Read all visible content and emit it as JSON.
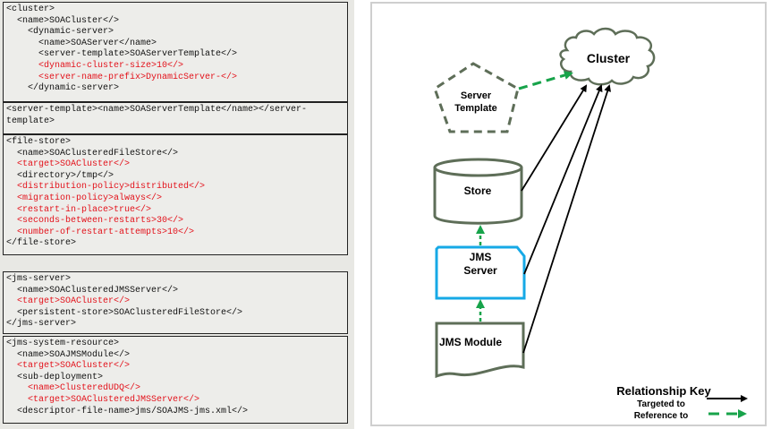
{
  "code_blocks": [
    {
      "id": "cluster",
      "lines": [
        {
          "indent": 0,
          "text": "<cluster>",
          "highlight": false
        },
        {
          "indent": 1,
          "text": "<name>SOACluster</>",
          "highlight": false
        },
        {
          "indent": 2,
          "text": "<dynamic-server>",
          "highlight": false
        },
        {
          "indent": 3,
          "text": "<name>SOAServer</name>",
          "highlight": false
        },
        {
          "indent": 3,
          "text": "<server-template>SOAServerTemplate</>",
          "highlight": false
        },
        {
          "indent": 3,
          "text": "<dynamic-cluster-size>10</>",
          "highlight": true
        },
        {
          "indent": 3,
          "text": "<server-name-prefix>DynamicServer-</>",
          "highlight": true
        },
        {
          "indent": 2,
          "text": "</dynamic-server>",
          "highlight": false
        }
      ]
    },
    {
      "id": "server-template",
      "lines": [
        {
          "indent": 0,
          "text": "<server-template><name>SOAServerTemplate</name></server-",
          "highlight": false
        },
        {
          "indent": 0,
          "text": "template>",
          "highlight": false
        }
      ]
    },
    {
      "id": "file-store",
      "lines": [
        {
          "indent": 0,
          "text": "<file-store>",
          "highlight": false
        },
        {
          "indent": 1,
          "text": "<name>SOAClusteredFileStore</>",
          "highlight": false
        },
        {
          "indent": 1,
          "text": "<target>SOACluster</>",
          "highlight": true
        },
        {
          "indent": 1,
          "text": "<directory>/tmp</>",
          "highlight": false
        },
        {
          "indent": 1,
          "text": "<distribution-policy>distributed</>",
          "highlight": true
        },
        {
          "indent": 1,
          "text": "<migration-policy>always</>",
          "highlight": true
        },
        {
          "indent": 1,
          "text": "<restart-in-place>true</>",
          "highlight": true
        },
        {
          "indent": 1,
          "text": "<seconds-between-restarts>30</>",
          "highlight": true
        },
        {
          "indent": 1,
          "text": "<number-of-restart-attempts>10</>",
          "highlight": true
        },
        {
          "indent": 0,
          "text": "</file-store>",
          "highlight": false
        }
      ]
    },
    {
      "id": "jms-server",
      "lines": [
        {
          "indent": 0,
          "text": "<jms-server>",
          "highlight": false
        },
        {
          "indent": 1,
          "text": "<name>SOAClusteredJMSServer</>",
          "highlight": false
        },
        {
          "indent": 1,
          "text": "<target>SOACluster</>",
          "highlight": true
        },
        {
          "indent": 1,
          "text": "<persistent-store>SOAClusteredFileStore</>",
          "highlight": false
        },
        {
          "indent": 0,
          "text": "</jms-server>",
          "highlight": false
        }
      ]
    },
    {
      "id": "jms-system-resource",
      "lines": [
        {
          "indent": 0,
          "text": "<jms-system-resource>",
          "highlight": false
        },
        {
          "indent": 1,
          "text": "<name>SOAJMSModule</>",
          "highlight": false
        },
        {
          "indent": 1,
          "text": "<target>SOACluster</>",
          "highlight": true
        },
        {
          "indent": 1,
          "text": "<sub-deployment>",
          "highlight": false
        },
        {
          "indent": 2,
          "text": "<name>ClusteredUDQ</>",
          "highlight": true
        },
        {
          "indent": 2,
          "text": "<target>SOAClusteredJMSServer</>",
          "highlight": true
        },
        {
          "indent": 1,
          "text": "<descriptor-file-name>jms/SOAJMS-jms.xml</>",
          "highlight": false
        }
      ]
    }
  ],
  "diagram": {
    "nodes": {
      "cluster": "Cluster",
      "server_template_line1": "Server",
      "server_template_line2": "Template",
      "store": "Store",
      "jms_server_line1": "JMS",
      "jms_server_line2": "Server",
      "jms_module": "JMS Module"
    },
    "legend": {
      "title": "Relationship Key",
      "targeted": "Targeted to",
      "reference": "Reference to"
    },
    "colors": {
      "node_outline": "#5e6e58",
      "jms_server_outline": "#16a9e6",
      "reference_arrow": "#17a34a",
      "target_arrow": "#000000",
      "highlight_text": "#e3121b"
    }
  }
}
